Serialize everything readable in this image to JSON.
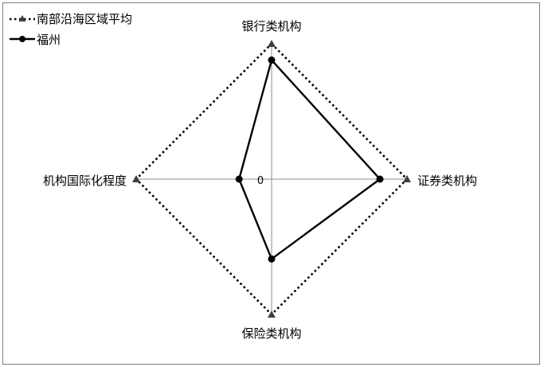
{
  "chart_data": {
    "type": "radar",
    "axes": [
      "银行类机构",
      "证券类机构",
      "保险类机构",
      "机构国际化程度"
    ],
    "center_label": "0",
    "rmax": 1.0,
    "series": [
      {
        "name": "南部沿海区域平均",
        "values": [
          1.0,
          1.0,
          1.0,
          1.0
        ],
        "color": "#000000",
        "line": "dotted",
        "marker": "triangle"
      },
      {
        "name": "福州",
        "values": [
          0.88,
          0.8,
          0.59,
          0.24
        ],
        "color": "#000000",
        "line": "solid",
        "marker": "circle"
      }
    ],
    "legend": "top-left",
    "grid": true
  }
}
